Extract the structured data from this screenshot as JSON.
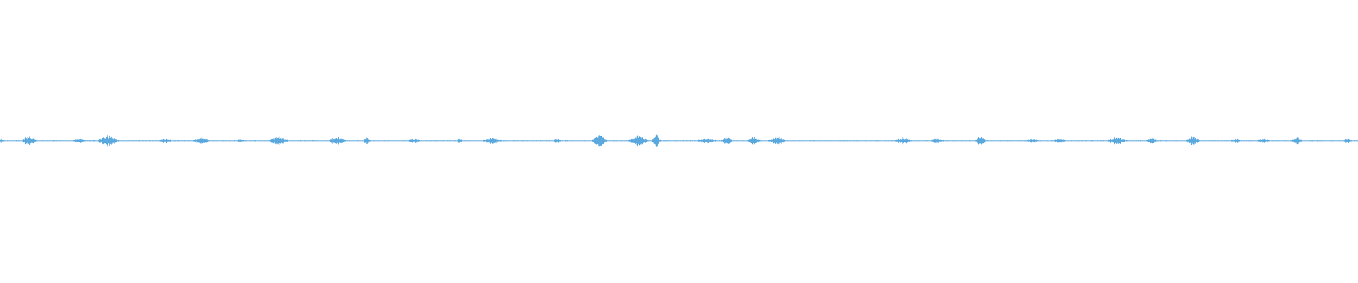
{
  "waveform": {
    "color": "#5aa8dd",
    "background": "#ffffff",
    "bursts": [
      {
        "pos": 0.0,
        "amp": 0.25,
        "width": 0.006
      },
      {
        "pos": 0.021,
        "amp": 0.55,
        "width": 0.01
      },
      {
        "pos": 0.058,
        "amp": 0.22,
        "width": 0.012
      },
      {
        "pos": 0.079,
        "amp": 0.6,
        "width": 0.014
      },
      {
        "pos": 0.122,
        "amp": 0.25,
        "width": 0.01
      },
      {
        "pos": 0.148,
        "amp": 0.35,
        "width": 0.012
      },
      {
        "pos": 0.177,
        "amp": 0.22,
        "width": 0.006
      },
      {
        "pos": 0.205,
        "amp": 0.45,
        "width": 0.014
      },
      {
        "pos": 0.248,
        "amp": 0.45,
        "width": 0.012
      },
      {
        "pos": 0.27,
        "amp": 0.35,
        "width": 0.006
      },
      {
        "pos": 0.305,
        "amp": 0.22,
        "width": 0.012
      },
      {
        "pos": 0.338,
        "amp": 0.2,
        "width": 0.006
      },
      {
        "pos": 0.362,
        "amp": 0.3,
        "width": 0.016
      },
      {
        "pos": 0.41,
        "amp": 0.25,
        "width": 0.006
      },
      {
        "pos": 0.441,
        "amp": 0.65,
        "width": 0.01
      },
      {
        "pos": 0.47,
        "amp": 0.55,
        "width": 0.014
      },
      {
        "pos": 0.483,
        "amp": 0.65,
        "width": 0.006
      },
      {
        "pos": 0.52,
        "amp": 0.25,
        "width": 0.016
      },
      {
        "pos": 0.535,
        "amp": 0.4,
        "width": 0.008
      },
      {
        "pos": 0.555,
        "amp": 0.4,
        "width": 0.01
      },
      {
        "pos": 0.572,
        "amp": 0.45,
        "width": 0.012
      },
      {
        "pos": 0.665,
        "amp": 0.35,
        "width": 0.012
      },
      {
        "pos": 0.69,
        "amp": 0.25,
        "width": 0.012
      },
      {
        "pos": 0.722,
        "amp": 0.55,
        "width": 0.008
      },
      {
        "pos": 0.76,
        "amp": 0.2,
        "width": 0.01
      },
      {
        "pos": 0.78,
        "amp": 0.2,
        "width": 0.012
      },
      {
        "pos": 0.822,
        "amp": 0.4,
        "width": 0.014
      },
      {
        "pos": 0.848,
        "amp": 0.25,
        "width": 0.01
      },
      {
        "pos": 0.878,
        "amp": 0.45,
        "width": 0.01
      },
      {
        "pos": 0.91,
        "amp": 0.2,
        "width": 0.01
      },
      {
        "pos": 0.93,
        "amp": 0.22,
        "width": 0.01
      },
      {
        "pos": 0.955,
        "amp": 0.4,
        "width": 0.008
      },
      {
        "pos": 0.992,
        "amp": 0.25,
        "width": 0.008
      }
    ],
    "noise_floor": 0.06
  }
}
